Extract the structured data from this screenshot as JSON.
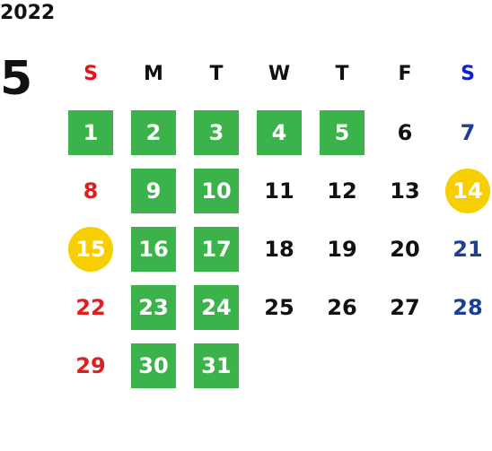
{
  "year": "2022",
  "month": "5",
  "colors": {
    "holiday": "#3cb34a",
    "special": "#f7cf00",
    "sunday": "#dd2020",
    "saturday": "#1e3e96"
  },
  "weekdays": [
    {
      "label": "S",
      "type": "sun"
    },
    {
      "label": "M",
      "type": "normal"
    },
    {
      "label": "T",
      "type": "normal"
    },
    {
      "label": "W",
      "type": "normal"
    },
    {
      "label": "T",
      "type": "normal"
    },
    {
      "label": "F",
      "type": "normal"
    },
    {
      "label": "S",
      "type": "sat"
    }
  ],
  "weeks": [
    [
      {
        "day": "1",
        "mark": "holiday"
      },
      {
        "day": "2",
        "mark": "holiday"
      },
      {
        "day": "3",
        "mark": "holiday"
      },
      {
        "day": "4",
        "mark": "holiday"
      },
      {
        "day": "5",
        "mark": "holiday"
      },
      {
        "day": "6",
        "mark": ""
      },
      {
        "day": "7",
        "mark": ""
      }
    ],
    [
      {
        "day": "8",
        "mark": ""
      },
      {
        "day": "9",
        "mark": "holiday"
      },
      {
        "day": "10",
        "mark": "holiday"
      },
      {
        "day": "11",
        "mark": ""
      },
      {
        "day": "12",
        "mark": ""
      },
      {
        "day": "13",
        "mark": ""
      },
      {
        "day": "14",
        "mark": "special"
      }
    ],
    [
      {
        "day": "15",
        "mark": "special"
      },
      {
        "day": "16",
        "mark": "holiday"
      },
      {
        "day": "17",
        "mark": "holiday"
      },
      {
        "day": "18",
        "mark": ""
      },
      {
        "day": "19",
        "mark": ""
      },
      {
        "day": "20",
        "mark": ""
      },
      {
        "day": "21",
        "mark": ""
      }
    ],
    [
      {
        "day": "22",
        "mark": ""
      },
      {
        "day": "23",
        "mark": "holiday"
      },
      {
        "day": "24",
        "mark": "holiday"
      },
      {
        "day": "25",
        "mark": ""
      },
      {
        "day": "26",
        "mark": ""
      },
      {
        "day": "27",
        "mark": ""
      },
      {
        "day": "28",
        "mark": ""
      }
    ],
    [
      {
        "day": "29",
        "mark": ""
      },
      {
        "day": "30",
        "mark": "holiday"
      },
      {
        "day": "31",
        "mark": "holiday"
      },
      {
        "day": "",
        "mark": "empty"
      },
      {
        "day": "",
        "mark": "empty"
      },
      {
        "day": "",
        "mark": "empty"
      },
      {
        "day": "",
        "mark": "empty"
      }
    ]
  ]
}
